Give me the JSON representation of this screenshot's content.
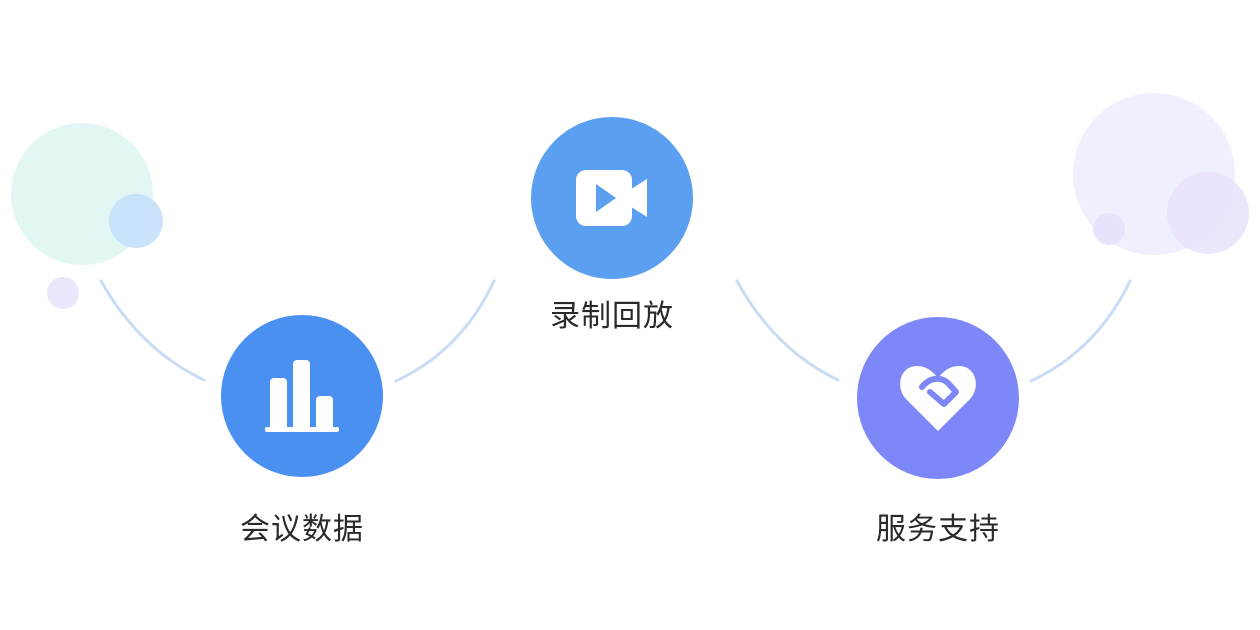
{
  "features": [
    {
      "label": "会议数据",
      "icon": "bar-chart-icon",
      "color": "#4a90f0"
    },
    {
      "label": "录制回放",
      "icon": "video-camera-icon",
      "color": "#5b9ff0"
    },
    {
      "label": "服务支持",
      "icon": "heart-handshake-icon",
      "color": "#7e87f8"
    }
  ],
  "colors": {
    "connector": "#c9dcf5",
    "bubble_mint": "#e2f7f4",
    "bubble_blue": "#c5dffb",
    "bubble_lavender": "#eceafd",
    "bubble_violet": "#e7dffb"
  }
}
